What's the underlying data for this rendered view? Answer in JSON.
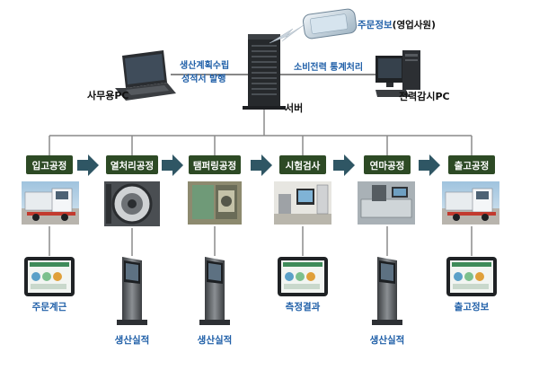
{
  "top": {
    "order_info": "주문정보",
    "order_info_suffix": "(영업사원)",
    "office_pc": "사무용PC",
    "server": "서버",
    "monitor_pc": "전력감시PC",
    "left_link_line1": "생산계획수립",
    "left_link_line2": "성적서 발행",
    "right_link": "소비전력 통계처리"
  },
  "stages": [
    {
      "label": "입고공정"
    },
    {
      "label": "열처리공정"
    },
    {
      "label": "탬퍼링공정"
    },
    {
      "label": "시험검사"
    },
    {
      "label": "연마공정"
    },
    {
      "label": "출고공정"
    }
  ],
  "bottom": [
    {
      "label": "주문계근"
    },
    {
      "label": "생산실적"
    },
    {
      "label": "생산실적"
    },
    {
      "label": "측정결과"
    },
    {
      "label": "생산실적"
    },
    {
      "label": "출고정보"
    }
  ],
  "colors": {
    "stage_fill": "#2d4a25",
    "arrow_fill": "#2f5664",
    "label_blue": "#1f5fa8",
    "line": "#8a8a8a"
  }
}
